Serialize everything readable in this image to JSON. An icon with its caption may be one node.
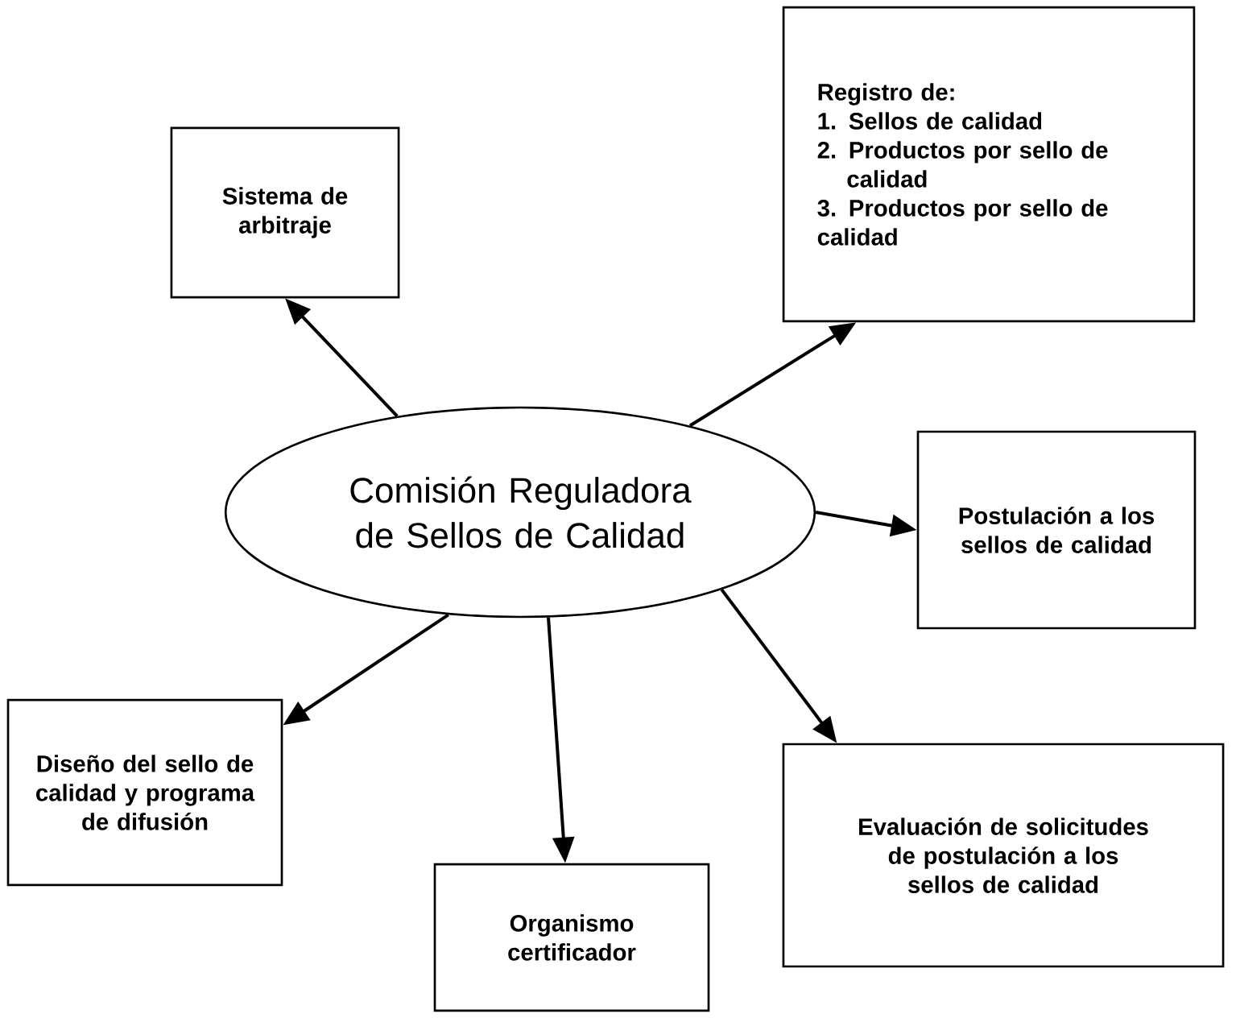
{
  "diagram": {
    "nodes": [
      {
        "text": [
          "Sistema de arbitraje"
        ]
      },
      {
        "text": [
          "Registro de:",
          "1. Sellos de calidad",
          "2. Productos por sello de calidad",
          "3. Productos por sello de calidad"
        ]
      },
      {
        "text": [
          "Comisión Reguladora de Sellos de Calidad"
        ]
      },
      {
        "text": [
          "Postulación a los sellos de calidad"
        ]
      },
      {
        "text": [
          "Diseño del sello de calidad y programa de difusión"
        ]
      },
      {
        "text": [
          "Evaluación de solicitudes de postulación a los sellos de calidad"
        ]
      },
      {
        "text": [
          "Organismo certificador"
        ]
      }
    ],
    "edges": [
      {
        "from": 2,
        "to": 0,
        "arrow": "to"
      },
      {
        "from": 2,
        "to": 1,
        "arrow": "to"
      },
      {
        "from": 2,
        "to": 3,
        "arrow": "to"
      },
      {
        "from": 2,
        "to": 5,
        "arrow": "to"
      },
      {
        "from": 2,
        "to": 6,
        "arrow": "to"
      },
      {
        "from": 2,
        "to": 4,
        "arrow": "to"
      }
    ]
  }
}
